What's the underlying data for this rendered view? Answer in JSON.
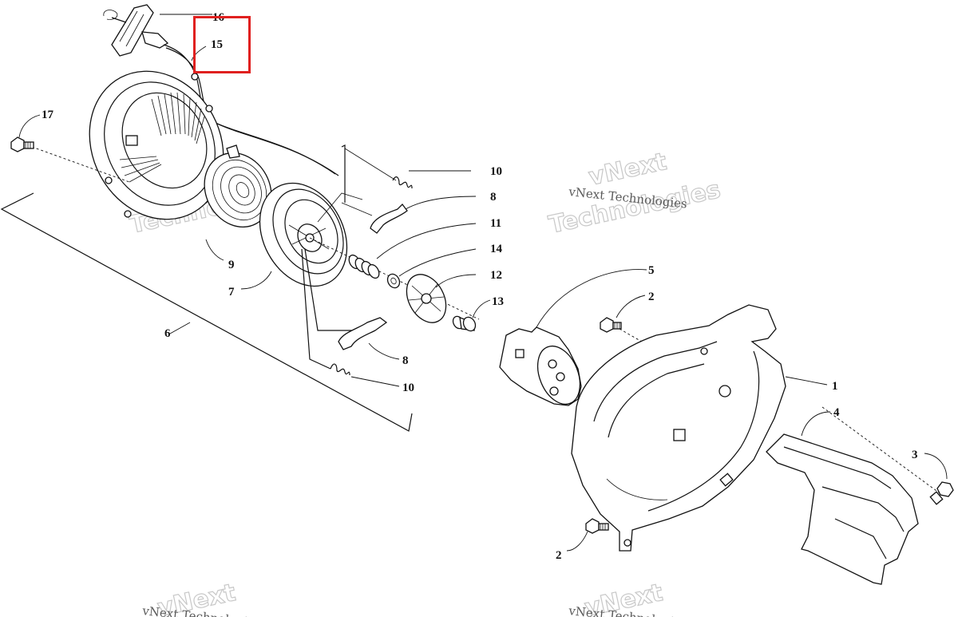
{
  "diagram": {
    "callouts": {
      "c1": "1",
      "c2a": "2",
      "c2b": "2",
      "c3": "3",
      "c4": "4",
      "c5": "5",
      "c6": "6",
      "c7": "7",
      "c8a": "8",
      "c8b": "8",
      "c9": "9",
      "c10a": "10",
      "c10b": "10",
      "c11": "11",
      "c12": "12",
      "c13": "13",
      "c14": "14",
      "c15": "15",
      "c16": "16",
      "c17": "17"
    },
    "watermark": {
      "logo_line1": "vNext",
      "logo_line2": "Technologies",
      "caption": "vNext Technologies"
    },
    "highlight_color": "#e0201f"
  }
}
